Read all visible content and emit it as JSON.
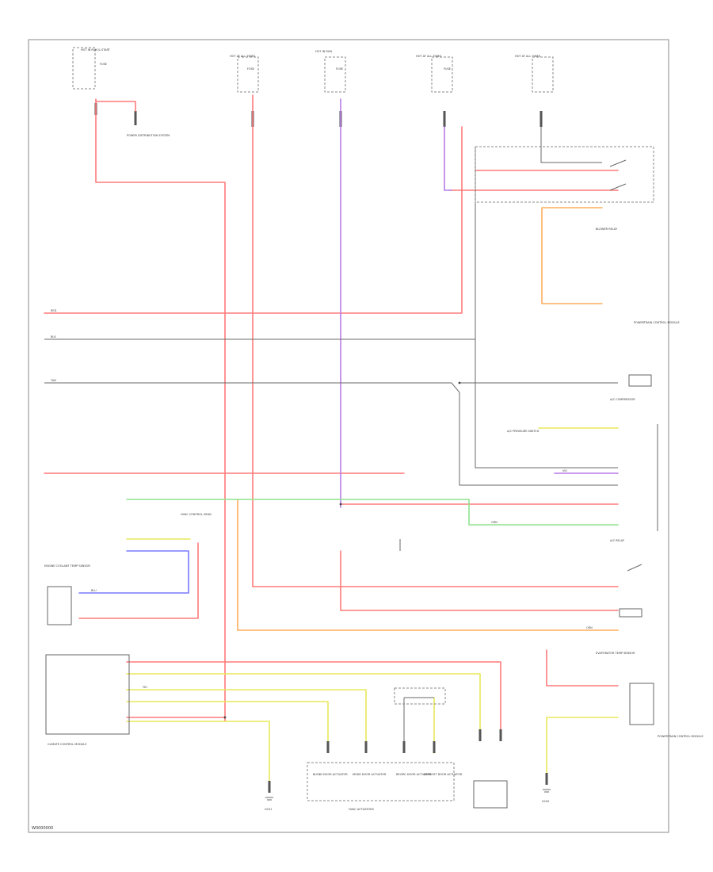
{
  "diagram": {
    "footer_code": "W0000000",
    "colors": {
      "red_wire": "#ff7a7a",
      "violet_wire": "#b77be8",
      "orange_wire": "#ffad5c",
      "green_wire": "#8fe38f",
      "blue_wire": "#7a7aff",
      "yellow_wire": "#e8e85c",
      "grey_wire": "#555555",
      "frame": "#8a8a8a"
    },
    "labels": {
      "ignition": "HOT IN RUN & START",
      "fuse_a": "FUSE",
      "fuse_b": "FUSE",
      "fuse_c": "FUSE",
      "fuse_d": "FUSE",
      "top_note_1": "HOT AT ALL TIMES",
      "top_note_2": "HOT IN RUN",
      "top_note_3": "HOT AT ALL TIMES",
      "top_note_4": "HOT AT ALL TIMES",
      "power_dist": "POWER DISTRIBUTION SYSTEM",
      "ac_compressor": "A/C COMPRESSOR",
      "blower_relay": "BLOWER RELAY",
      "ac_relay": "A/C RELAY",
      "pcm": "POWERTRAIN CONTROL MODULE",
      "ac_pressure": "A/C PRESSURE SWITCH",
      "hvac_control": "HVAC CONTROL HEAD",
      "engine_temp": "ENGINE COOLANT TEMP SENSOR",
      "climate_module": "CLIMATE CONTROL MODULE",
      "blend_door": "BLEND DOOR ACTUATOR",
      "mode_door": "MODE DOOR ACTUATOR",
      "recirc_door": "RECIRC DOOR ACTUATOR",
      "defrost_door": "DEFROST DOOR ACTUATOR",
      "actuator_group": "HVAC ACTUATORS",
      "ground_a": "G101",
      "ground_b": "G102",
      "evap_sensor": "EVAPORATOR TEMP SENSOR",
      "pcm_ref": "POWERTRAIN CONTROL MODULE"
    },
    "wire_tags": {
      "red": "RED",
      "violet": "VIO",
      "orange": "ORN",
      "green": "GRN",
      "blue": "BLU",
      "yellow": "YEL",
      "black": "BLK",
      "tan": "TAN"
    }
  }
}
